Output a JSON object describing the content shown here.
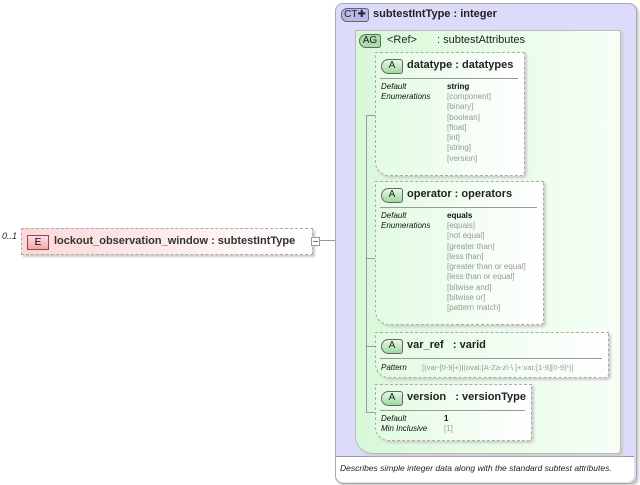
{
  "element": {
    "occurrence": "0..1",
    "badge": "E",
    "name": "lockout_observation_window : subtestIntType"
  },
  "complex_type": {
    "badge": "CT",
    "title": "subtestIntType : integer",
    "description": "Describes simple integer data along with the standard subtest attributes."
  },
  "attribute_group": {
    "badge": "AG",
    "ref": "<Ref>",
    "name": ": subtestAttributes"
  },
  "attributes": [
    {
      "badge": "A",
      "name": "datatype : datatypes",
      "default_label": "Default",
      "default": "string",
      "facet_label": "Enumerations",
      "values": [
        "[component]",
        "[binary]",
        "[boolean]",
        "[float]",
        "[int]",
        "[string]",
        "[version]"
      ]
    },
    {
      "badge": "A",
      "name": "operator : operators",
      "default_label": "Default",
      "default": "equals",
      "facet_label": "Enumerations",
      "values": [
        "[equals]",
        "[not equal]",
        "[greater than]",
        "[less than]",
        "[greater than or equal]",
        "[less than or equal]",
        "[bitwise and]",
        "[bitwise or]",
        "[pattern match]"
      ]
    },
    {
      "badge": "A",
      "name": "var_ref   : varid",
      "facet_label": "Pattern",
      "values": [
        "[(var-[0-9]+)|(oval:[A-Za-z\\-\\.]+:var:[1-9][0-9]*)]"
      ]
    },
    {
      "badge": "A",
      "name": "version   : versionType",
      "default_label": "Default",
      "default": "1",
      "facet_label": "Min Inclusive",
      "values": [
        "[1]"
      ]
    }
  ]
}
